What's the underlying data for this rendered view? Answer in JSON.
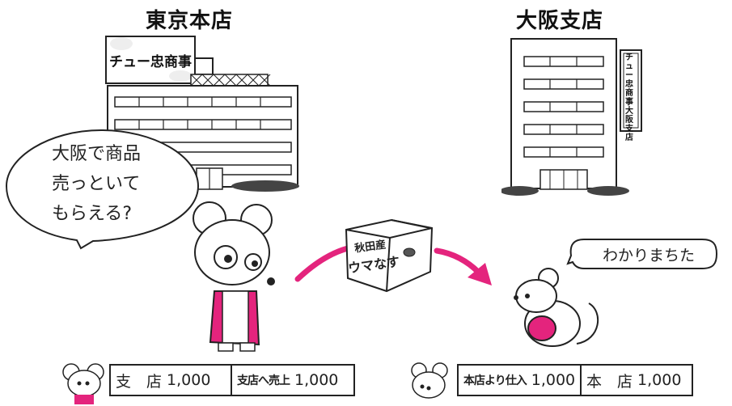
{
  "headings": {
    "tokyo_title": "東京本店",
    "osaka_title": "大阪支店"
  },
  "buildings": {
    "tokyo_sign": "チュー忠商事",
    "osaka_sign": "チュー忠商事大阪支店"
  },
  "speech": {
    "tokyo_lines": [
      "大阪で商品",
      "売っといて",
      "もらえる?"
    ],
    "osaka_reply": "わかりまちた"
  },
  "box": {
    "line1": "秋田産",
    "line2": "ウマなす"
  },
  "ledger_tokyo": {
    "left_account": "支　店",
    "left_amount": "1,000",
    "right_account": "支店へ売上",
    "right_amount": "1,000"
  },
  "ledger_osaka": {
    "left_account": "本店より仕入",
    "left_amount": "1,000",
    "right_account": "本　店",
    "right_amount": "1,000"
  },
  "colors": {
    "accent_magenta": "#e4247d",
    "line": "#222222"
  }
}
